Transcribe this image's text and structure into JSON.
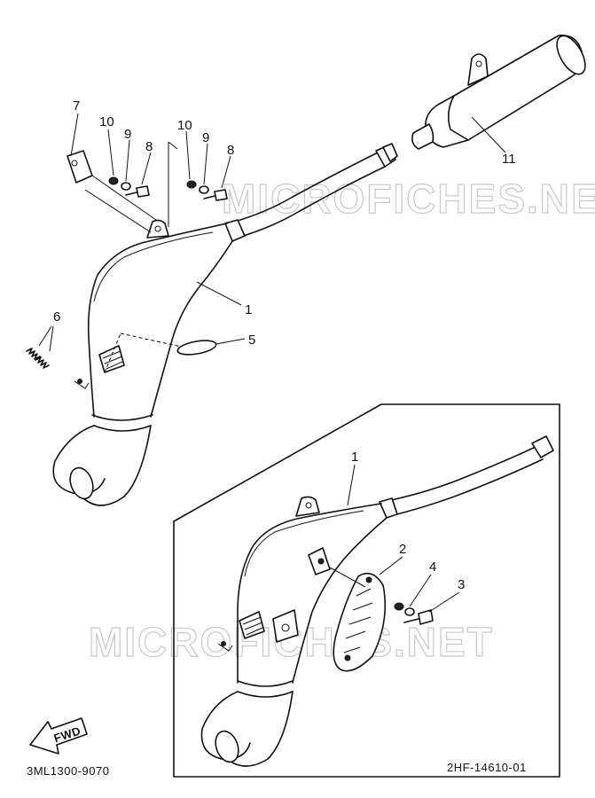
{
  "watermarks": [
    "MICROFICHES.NET",
    "MICROFICHES.NET"
  ],
  "callouts": {
    "c1_top": "1",
    "c1_inset": "1",
    "c2": "2",
    "c3": "3",
    "c4": "4",
    "c5": "5",
    "c6": "6",
    "c7": "7",
    "c8_left": "8",
    "c8_right": "8",
    "c9_left": "9",
    "c9_right": "9",
    "c10_left": "10",
    "c10_right": "10",
    "c11": "11"
  },
  "fwd_label": "FWD",
  "diagram_code": "3ML1300-9070",
  "inset_code": "2HF-14610-01"
}
